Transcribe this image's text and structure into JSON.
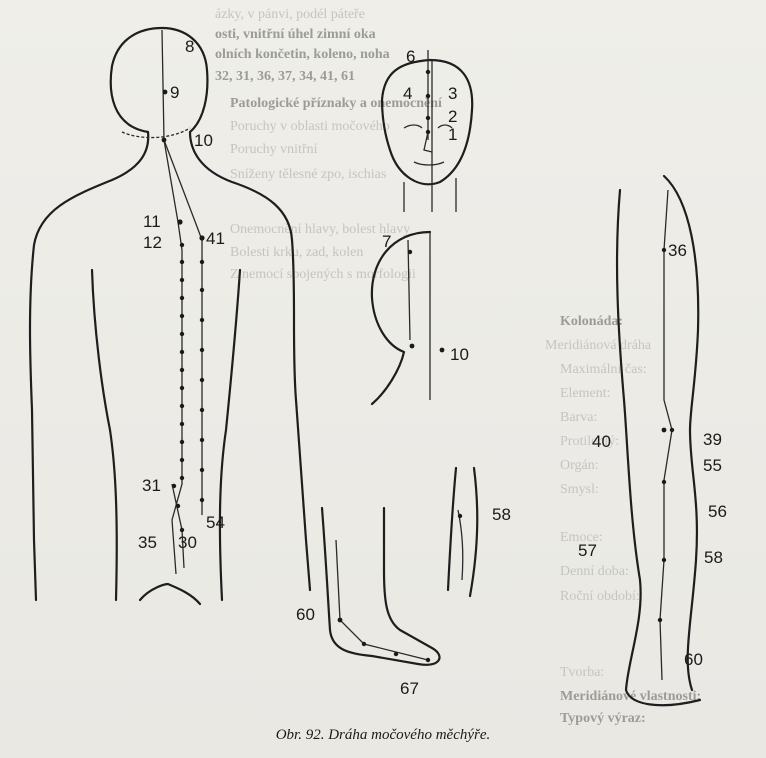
{
  "caption": "Obr. 92. Dráha močového měchýře.",
  "figures": {
    "back": {
      "labels": {
        "p8": "8",
        "p9": "9",
        "p10": "10",
        "p11": "11",
        "p12": "12",
        "p41": "41",
        "p31": "31",
        "p35": "35",
        "p30": "30",
        "p54": "54"
      }
    },
    "head_front": {
      "labels": {
        "p6": "6",
        "p4": "4",
        "p3": "3",
        "p2": "2",
        "p1": "1"
      }
    },
    "head_back": {
      "labels": {
        "p7": "7",
        "p10": "10"
      }
    },
    "calf": {
      "labels": {
        "p58": "58"
      }
    },
    "foot": {
      "labels": {
        "p60": "60",
        "p67": "67"
      }
    },
    "leg": {
      "labels": {
        "p36": "36",
        "p40": "40",
        "p39": "39",
        "p55": "55",
        "p56": "56",
        "p57": "57",
        "p58": "58",
        "p60": "60"
      }
    }
  },
  "background_text": [
    "ázky, v pánvi, podél páteře",
    "osti, vnitřní úhel zimní oka",
    "olních končetin, koleno, noha",
    "32, 31, 36, 37, 34, 41, 61",
    "Patologické příznaky a onemocnění",
    "Poruchy v oblasti močového",
    "Poruchy vnitřní",
    "Sníženy tělesné zpo, ischias",
    "Onemocnění hlavy, bolest hlavy",
    "Bolesti krku, zad, kolen",
    "Z nemocí spojených s morfologii",
    "Kolonáda:",
    "Meridiánová dráha",
    "Maximální čas:",
    "Element:",
    "Barva:",
    "Protilehlý:",
    "Orgán:",
    "Smysl:",
    "Emoce:",
    "Denní doba:",
    "Roční období:",
    "Tvorba:",
    "Meridiánové vlastnosti:",
    "Typový výraz:"
  ]
}
